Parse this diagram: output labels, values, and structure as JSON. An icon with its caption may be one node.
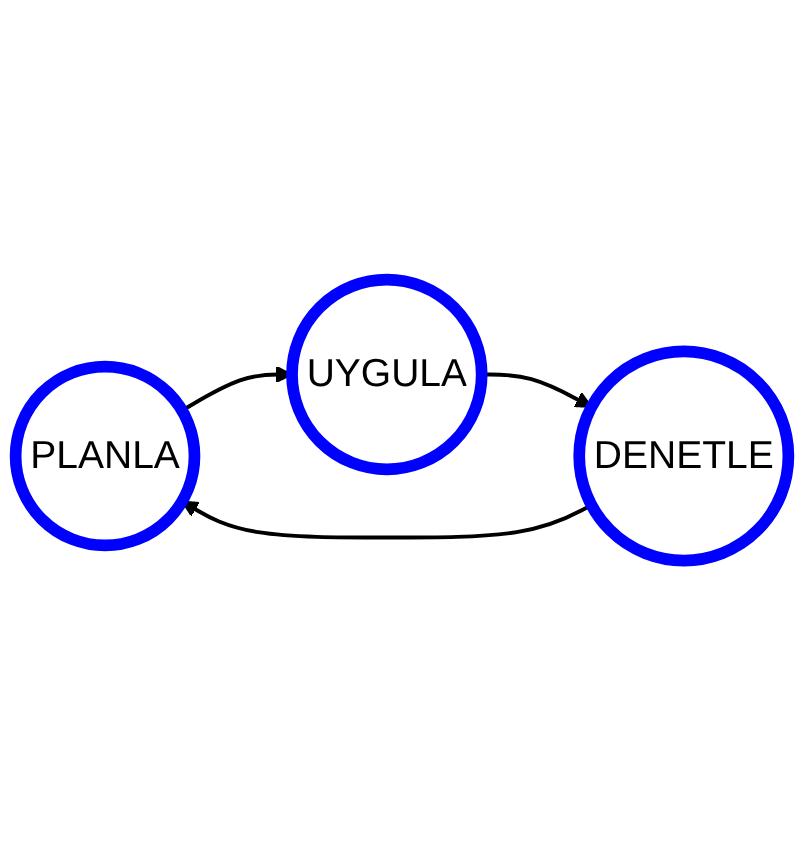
{
  "diagram": {
    "nodes": [
      {
        "text": [
          "PLANLA"
        ]
      },
      {
        "text": [
          "UYGULA"
        ]
      },
      {
        "text": [
          "DENETLE"
        ]
      }
    ],
    "edges": [
      {
        "from": 0,
        "to": 1,
        "arrow": "to"
      },
      {
        "from": 1,
        "to": 2,
        "arrow": "to"
      },
      {
        "from": 2,
        "to": 0,
        "arrow": "to"
      }
    ]
  }
}
